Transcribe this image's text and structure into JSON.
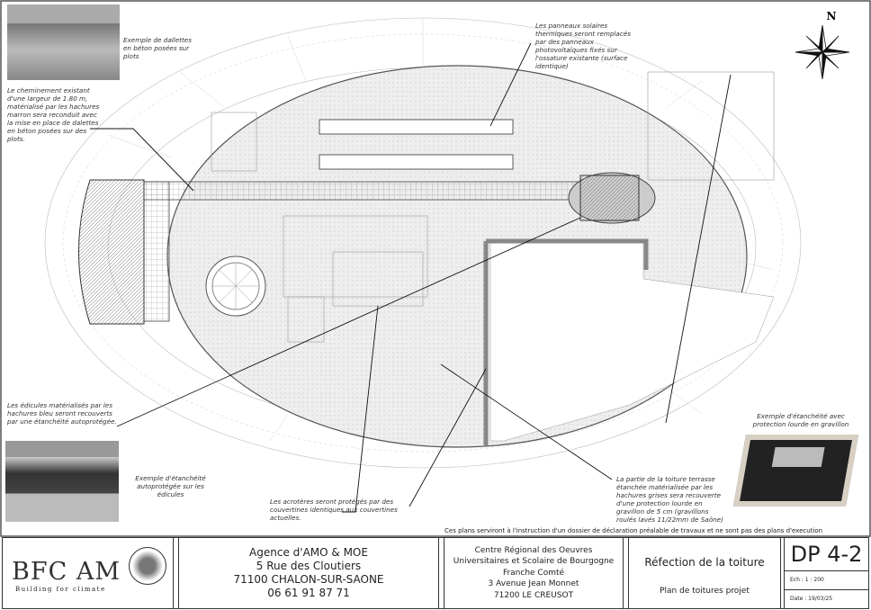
{
  "notes": {
    "dalettes_example": "Exemple de dallettes en béton posées sur plots",
    "path": "Le cheminement existant d'une largeur de 1.80 m, matérialisé par les hachures marron sera reconduit avec la mise en place de dalettes en béton posées sur des plots.",
    "solar": "Les panneaux solaires thermiques seront remplacés par des panneaux photovoltaïques fixés sur l'ossature existante (surface identique)",
    "edicules": "Les édicules matérialisés par les hachures bleu seront recouverts par une étanchéité autoprotégée.",
    "edicules_example": "Exemple d'étanchéité autoprotégée sur les édicules",
    "acroteres": "Les acrotères seront protégés par des couvertines identiques aux couvertines actuelles.",
    "terrasse": "La partie de la toiture terrasse étanchée matérialisée par les hachures grises sera recouverte d'une protection lourde en gravillon de 5 cm (gravillons roulés lavés 11/22mm de Saône)",
    "gravel_example": "Exemple d'étanchéité avec protection lourde en gravillon",
    "disclaimer": "Ces plans serviront à l'instruction d'un dossier de déclaration préalable de travaux et ne sont pas des plans d'execution"
  },
  "compass": {
    "north": "N"
  },
  "footer": {
    "logo": {
      "name": "BFC AM",
      "tagline": "Building for climate"
    },
    "agency": [
      "Agence d'AMO & MOE",
      "5 Rue des Cloutiers",
      "71100 CHALON-SUR-SAONE",
      "06 61 91 87 71"
    ],
    "client": [
      "Centre Régional des Oeuvres",
      "Universitaires et Scolaire de Bourgogne",
      "Franche Comté",
      "3 Avenue Jean Monnet",
      "71200 LE CREUSOT"
    ],
    "title": "Réfection de la toiture",
    "subtitle": "Plan de toitures projet",
    "ref": "DP 4-2",
    "scale": "Ech : 1 : 200",
    "date": "Date : 19/03/25"
  }
}
